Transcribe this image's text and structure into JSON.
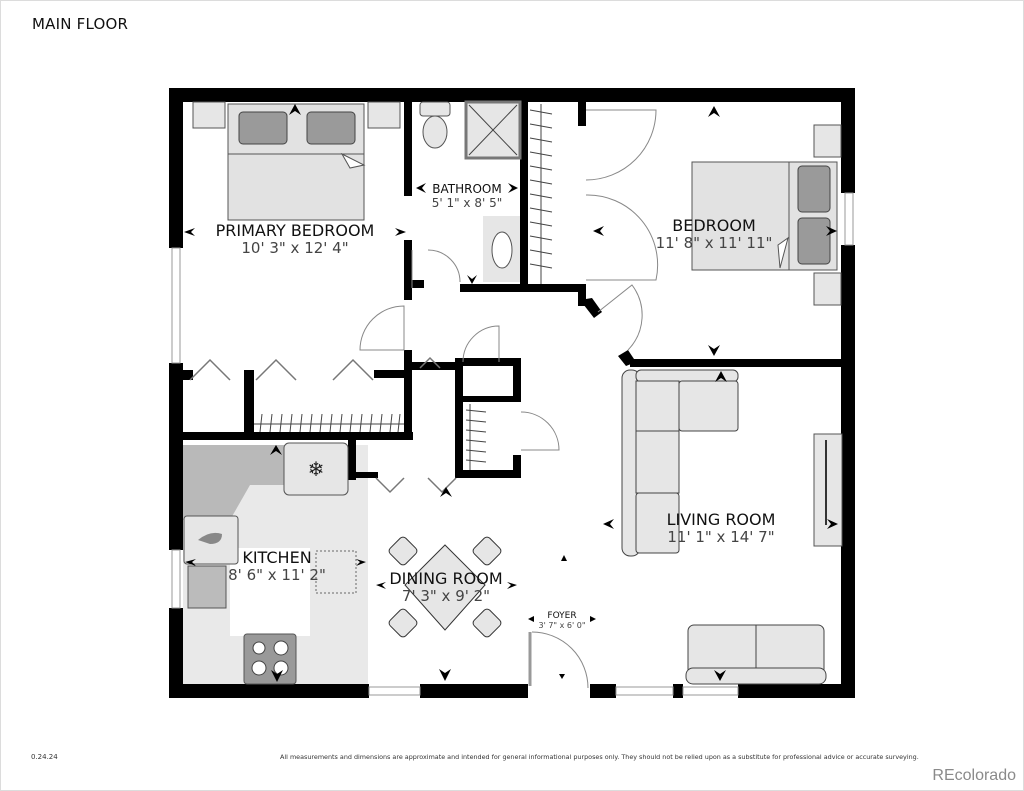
{
  "header": {
    "title": "MAIN FLOOR"
  },
  "footer": {
    "version": "0.24.24",
    "disclaimer": "All measurements and dimensions are approximate and intended for general informational purposes only. They should not be relied upon as a substitute for professional advice or accurate surveying.",
    "brand": "REcolorado"
  },
  "rooms": {
    "primary_bedroom": {
      "name": "PRIMARY BEDROOM",
      "dims": "10' 3\" x 12' 4\""
    },
    "bathroom": {
      "name": "BATHROOM",
      "dims": "5' 1\" x 8' 5\""
    },
    "bedroom": {
      "name": "BEDROOM",
      "dims": "11' 8\" x 11' 11\""
    },
    "living_room": {
      "name": "LIVING ROOM",
      "dims": "11' 1\" x 14' 7\""
    },
    "kitchen": {
      "name": "KITCHEN",
      "dims": "8' 6\" x 11' 2\""
    },
    "dining_room": {
      "name": "DINING ROOM",
      "dims": "7' 3\" x 9' 2\""
    },
    "foyer": {
      "name": "FOYER",
      "dims": "3' 7\" x 6' 0\""
    }
  },
  "colors": {
    "wall": "#000000",
    "furniture_fill": "#e6e6e6",
    "pillow_fill": "#9a9a9a",
    "kitchen_floor": "#e9e9e9",
    "counter_fill": "#b5b5b5",
    "door_line": "#888888"
  }
}
